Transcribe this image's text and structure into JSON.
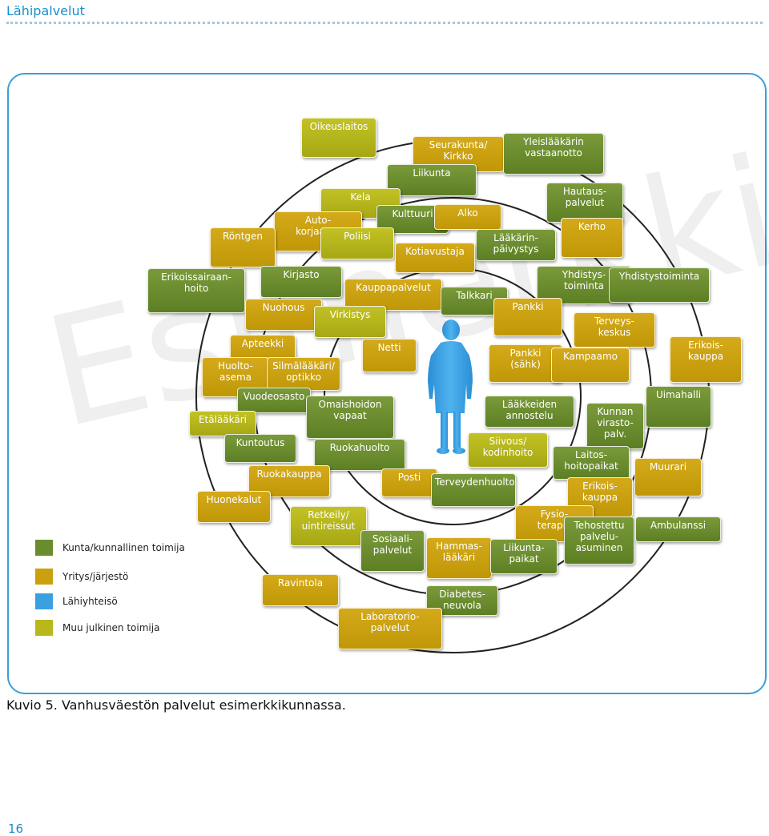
{
  "header": {
    "title": "Lähipalvelut"
  },
  "watermark": "Esimerkki",
  "colors": {
    "kunta": "#6b8c2e",
    "yritys": "#caa00f",
    "lahiyhteiso": "#3aa0e0",
    "muu": "#b8b81c",
    "frame": "#3a9fd8"
  },
  "legend": [
    {
      "label": "Kunta/kunnallinen toimija",
      "color": "#6b8c2e"
    },
    {
      "label": "Yritys/järjestö",
      "color": "#caa00f"
    },
    {
      "label": "Lähiyhteisö",
      "color": "#3aa0e0"
    },
    {
      "label": "Muu julkinen toimija",
      "color": "#b8b81c"
    }
  ],
  "services": [
    {
      "label": "Oikeuslaitos",
      "category": "muu"
    },
    {
      "label": "Seurakunta/\nKirkko",
      "category": "yritys"
    },
    {
      "label": "Yleislääkärin\nvastaanotto",
      "category": "kunta"
    },
    {
      "label": "Liikunta",
      "category": "kunta"
    },
    {
      "label": "Hautaus-\npalvelut",
      "category": "kunta"
    },
    {
      "label": "Kela",
      "category": "muu"
    },
    {
      "label": "Auto-\nkorjaamo",
      "category": "yritys"
    },
    {
      "label": "Kulttuuri",
      "category": "kunta"
    },
    {
      "label": "Alko",
      "category": "yritys"
    },
    {
      "label": "Kerho",
      "category": "yritys"
    },
    {
      "label": "Röntgen",
      "category": "yritys"
    },
    {
      "label": "Poliisi",
      "category": "muu"
    },
    {
      "label": "Lääkärin-\npäivystys",
      "category": "kunta"
    },
    {
      "label": "Kotiavustaja",
      "category": "yritys"
    },
    {
      "label": "Erikoissairaan-\nhoito",
      "category": "kunta"
    },
    {
      "label": "Kirjasto",
      "category": "kunta"
    },
    {
      "label": "Kauppapalvelut",
      "category": "yritys"
    },
    {
      "label": "Yhdistys-\ntoiminta",
      "category": "kunta"
    },
    {
      "label": "Yhdistystoiminta",
      "category": "kunta"
    },
    {
      "label": "Talkkari",
      "category": "kunta"
    },
    {
      "label": "Nuohous",
      "category": "yritys"
    },
    {
      "label": "Virkistys",
      "category": "muu"
    },
    {
      "label": "Pankki",
      "category": "yritys"
    },
    {
      "label": "Terveys-\nkeskus",
      "category": "yritys"
    },
    {
      "label": "Apteekki",
      "category": "yritys"
    },
    {
      "label": "Netti",
      "category": "yritys"
    },
    {
      "label": "Pankki\n(sähk)",
      "category": "yritys"
    },
    {
      "label": "Kampaamo",
      "category": "yritys"
    },
    {
      "label": "Erikois-\nkauppa",
      "category": "yritys"
    },
    {
      "label": "Huolto-\nasema",
      "category": "yritys"
    },
    {
      "label": "Silmälääkäri/\noptikko",
      "category": "yritys"
    },
    {
      "label": "Vuodeosasto",
      "category": "kunta"
    },
    {
      "label": "Lääkkeiden\nannostelu",
      "category": "kunta"
    },
    {
      "label": "Uimahalli",
      "category": "kunta"
    },
    {
      "label": "Etälääkäri",
      "category": "muu"
    },
    {
      "label": "Omaishoidon\nvapaat",
      "category": "kunta"
    },
    {
      "label": "Kunnan\nvirasto-\npalv.",
      "category": "kunta"
    },
    {
      "label": "Kuntoutus",
      "category": "kunta"
    },
    {
      "label": "Ruokahuolto",
      "category": "kunta"
    },
    {
      "label": "Siivous/\nkodinhoito",
      "category": "muu"
    },
    {
      "label": "Laitos-\nhoitopaikat",
      "category": "kunta"
    },
    {
      "label": "Muurari",
      "category": "yritys"
    },
    {
      "label": "Ruokakauppa",
      "category": "yritys"
    },
    {
      "label": "Posti",
      "category": "yritys"
    },
    {
      "label": "Terveydenhuolto",
      "category": "kunta"
    },
    {
      "label": "Erikois-\nkauppa",
      "category": "yritys"
    },
    {
      "label": "Huonekalut",
      "category": "yritys"
    },
    {
      "label": "Retkeily/\nuintireissut",
      "category": "muu"
    },
    {
      "label": "Fysio-\nterapia",
      "category": "yritys"
    },
    {
      "label": "Tehostettu\npalvelu-\nasuminen",
      "category": "kunta"
    },
    {
      "label": "Ambulanssi",
      "category": "kunta"
    },
    {
      "label": "Sosiaali-\npalvelut",
      "category": "kunta"
    },
    {
      "label": "Hammas-\nlääkäri",
      "category": "yritys"
    },
    {
      "label": "Liikunta-\npaikat",
      "category": "kunta"
    },
    {
      "label": "Diabetes-\nneuvola",
      "category": "kunta"
    },
    {
      "label": "Ravintola",
      "category": "yritys"
    },
    {
      "label": "Laboratorio-\npalvelut",
      "category": "yritys"
    }
  ],
  "caption": "Kuvio 5. Vanhusväestön palvelut esimerkkikunnassa.",
  "page_number": "16"
}
